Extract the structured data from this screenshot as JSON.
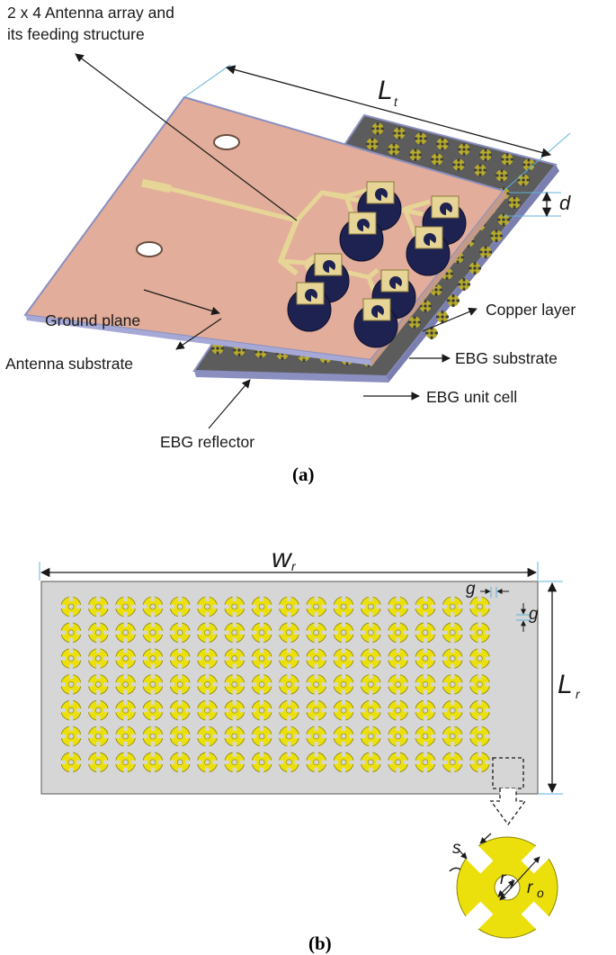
{
  "figure_a": {
    "label_array": [
      "2 x 4 Antenna array and",
      "its feeding structure"
    ],
    "label_ground_plane": "Ground plane",
    "label_antenna_substrate": "Antenna substrate",
    "label_copper_layer": "Copper layer",
    "label_ebg_substrate": "EBG substrate",
    "label_ebg_unit_cell": "EBG unit cell",
    "label_ebg_reflector": "EBG reflector",
    "dim_lt": "L",
    "dim_lt_sub": "t",
    "dim_d": "d",
    "caption": "(a)"
  },
  "figure_b": {
    "dim_wr": "w",
    "dim_wr_sub": "r",
    "dim_lr": "L",
    "dim_lr_sub": "r",
    "dim_g_horizontal": "g",
    "dim_g_vertical": "g",
    "dim_s": "s",
    "dim_ri": "r",
    "dim_ri_sub": "i",
    "dim_ro": "r",
    "dim_ro_sub": "o",
    "grid_rows": 7,
    "grid_cols": 16,
    "caption": "(b)"
  },
  "colors": {
    "antenna_substrate": "#e2ad9a",
    "feed_line": "#e6d596",
    "patch_dark": "#1e2250",
    "ebg_board": "#646464",
    "ebg_edge": "#8a8fc0",
    "unit_cell": "#ece00c",
    "reflector_plate": "#d6d6d6"
  }
}
